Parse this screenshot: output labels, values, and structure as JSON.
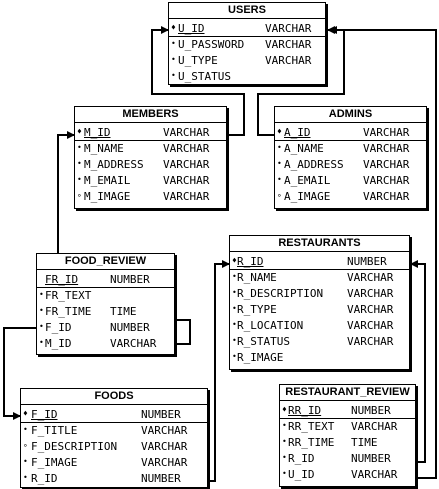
{
  "tables": [
    {
      "title": "USERS",
      "fields": [
        {
          "marker": "♦",
          "name": "U_ID",
          "type": "VARCHAR"
        },
        {
          "marker": "•",
          "name": "U_PASSWORD",
          "type": "VARCHAR"
        },
        {
          "marker": "•",
          "name": "U_TYPE",
          "type": "VARCHAR"
        },
        {
          "marker": "•",
          "name": "U_STATUS",
          "type": ""
        }
      ]
    },
    {
      "title": "MEMBERS",
      "fields": [
        {
          "marker": "♦",
          "name": "M_ID",
          "type": "VARCHAR"
        },
        {
          "marker": "•",
          "name": "M_NAME",
          "type": "VARCHAR"
        },
        {
          "marker": "•",
          "name": "M_ADDRESS",
          "type": "VARCHAR"
        },
        {
          "marker": "•",
          "name": "M_EMAIL",
          "type": "VARCHAR"
        },
        {
          "marker": "∘",
          "name": "M_IMAGE",
          "type": "VARCHAR"
        }
      ]
    },
    {
      "title": "ADMINS",
      "fields": [
        {
          "marker": "♦",
          "name": "A_ID",
          "type": "VARCHAR"
        },
        {
          "marker": "•",
          "name": "A_NAME",
          "type": "VARCHAR"
        },
        {
          "marker": "•",
          "name": "A_ADDRESS",
          "type": "VARCHAR"
        },
        {
          "marker": "•",
          "name": "A_EMAIL",
          "type": "VARCHAR"
        },
        {
          "marker": "∘",
          "name": "A_IMAGE",
          "type": "VARCHAR"
        }
      ]
    },
    {
      "title": "FOOD_REVIEW",
      "fields": [
        {
          "marker": "",
          "name": "FR_ID",
          "type": "NUMBER"
        },
        {
          "marker": "•",
          "name": "FR_TEXT",
          "type": ""
        },
        {
          "marker": "•",
          "name": "FR_TIME",
          "type": "TIME"
        },
        {
          "marker": "•",
          "name": "F_ID",
          "type": "NUMBER"
        },
        {
          "marker": "•",
          "name": "M_ID",
          "type": "VARCHAR"
        }
      ]
    },
    {
      "title": "RESTAURANTS",
      "fields": [
        {
          "marker": "♦",
          "name": "R_ID",
          "type": "NUMBER"
        },
        {
          "marker": "•",
          "name": "R_NAME",
          "type": "VARCHAR"
        },
        {
          "marker": "•",
          "name": "R_DESCRIPTION",
          "type": "VARCHAR"
        },
        {
          "marker": "•",
          "name": "R_TYPE",
          "type": "VARCHAR"
        },
        {
          "marker": "•",
          "name": "R_LOCATION",
          "type": "VARCHAR"
        },
        {
          "marker": "•",
          "name": "R_STATUS",
          "type": "VARCHAR"
        },
        {
          "marker": "•",
          "name": "R_IMAGE",
          "type": ""
        }
      ]
    },
    {
      "title": "FOODS",
      "fields": [
        {
          "marker": "♦",
          "name": "F_ID",
          "type": "NUMBER"
        },
        {
          "marker": "•",
          "name": "F_TITLE",
          "type": "VARCHAR"
        },
        {
          "marker": "∘",
          "name": "F_DESCRIPTION",
          "type": "VARCHAR"
        },
        {
          "marker": "•",
          "name": "F_IMAGE",
          "type": "VARCHAR"
        },
        {
          "marker": "•",
          "name": "R_ID",
          "type": "NUMBER"
        }
      ]
    },
    {
      "title": "RESTAURANT_REVIEW",
      "fields": [
        {
          "marker": "♦",
          "name": "RR_ID",
          "type": "NUMBER"
        },
        {
          "marker": "•",
          "name": "RR_TEXT",
          "type": "VARCHAR"
        },
        {
          "marker": "•",
          "name": "RR_TIME",
          "type": "TIME"
        },
        {
          "marker": "•",
          "name": "R_ID",
          "type": "NUMBER"
        },
        {
          "marker": "•",
          "name": "U_ID",
          "type": "VARCHAR"
        }
      ]
    }
  ]
}
